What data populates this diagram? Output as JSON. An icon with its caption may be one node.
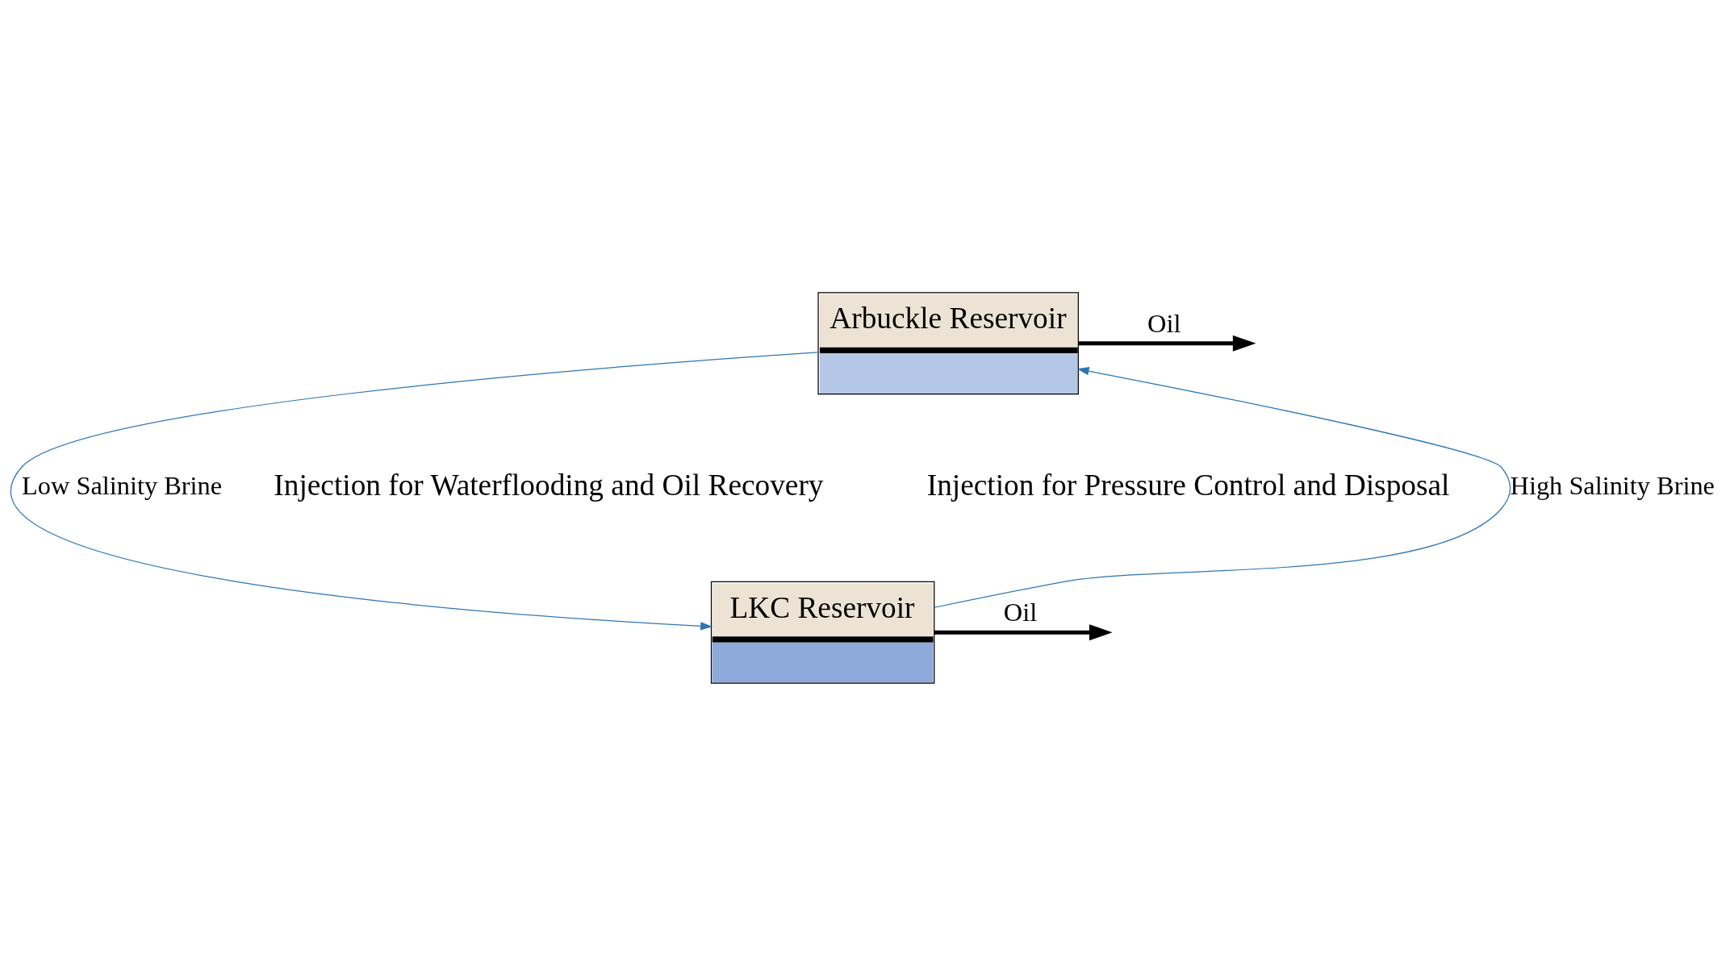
{
  "diagram": {
    "nodes": [
      {
        "text": [
          "Arbuckle Reservoir"
        ]
      },
      {
        "text": [
          "LKC Reservoir"
        ]
      }
    ],
    "edges": [
      {
        "from": 0,
        "to": null,
        "arrow": "to",
        "label": "Oil",
        "style": "thick"
      },
      {
        "from": 0,
        "to": 1,
        "arrow": "to",
        "label": "Low Salinity Brine",
        "color": "#2e75b6"
      },
      {
        "from": 1,
        "to": 0,
        "arrow": "to",
        "label": "High Salinity Brine",
        "color": "#2e75b6"
      },
      {
        "from": 1,
        "to": null,
        "arrow": "to",
        "label": "Oil",
        "style": "thick"
      }
    ],
    "labels": [
      "Injection for Waterflooding and Oil Recovery",
      "Injection for Pressure Control and Disposal"
    ]
  }
}
